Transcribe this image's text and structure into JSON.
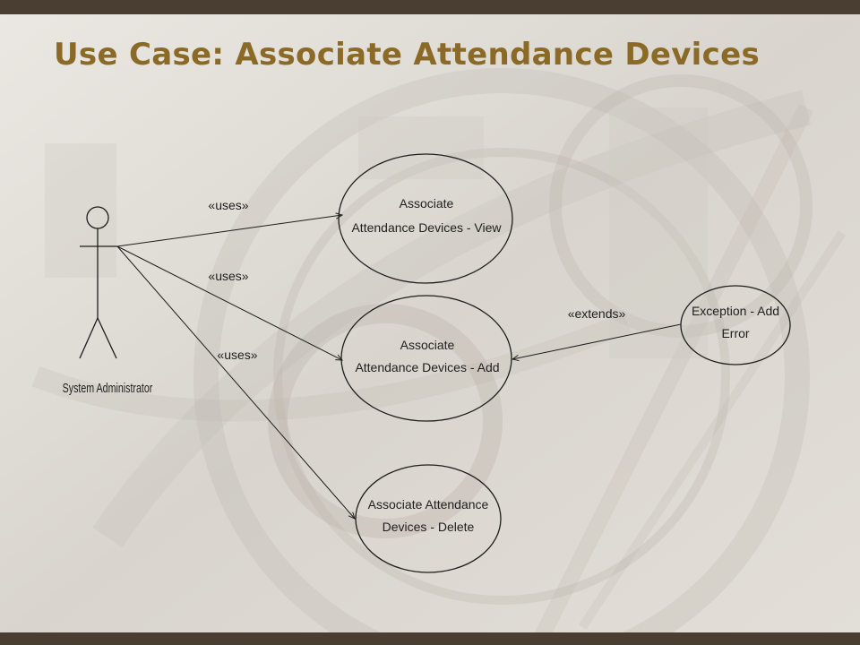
{
  "slide": {
    "title": "Use Case: Associate Attendance Devices"
  },
  "diagram": {
    "actor": {
      "name": "System Administrator"
    },
    "use_cases": [
      {
        "id": "view",
        "lines": [
          "Associate",
          "Attendance Devices - View"
        ]
      },
      {
        "id": "add",
        "lines": [
          "Associate",
          "Attendance Devices - Add"
        ]
      },
      {
        "id": "delete",
        "lines": [
          "Associate Attendance",
          "Devices - Delete"
        ]
      },
      {
        "id": "exception",
        "lines": [
          "Exception - Add",
          "Error"
        ]
      }
    ],
    "relations": [
      {
        "from": "actor",
        "to": "view",
        "label": "«uses»"
      },
      {
        "from": "actor",
        "to": "add",
        "label": "«uses»"
      },
      {
        "from": "actor",
        "to": "delete",
        "label": "«uses»"
      },
      {
        "from": "exception",
        "to": "add",
        "label": "«extends»"
      }
    ]
  },
  "colors": {
    "title": "#8b6a27",
    "bar": "#4a3d31",
    "background": "#e6e3dd",
    "ink": "#1e1e1e"
  }
}
